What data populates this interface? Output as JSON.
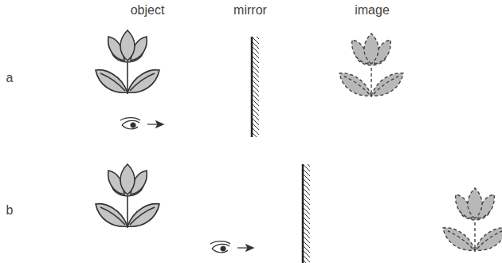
{
  "diagram": {
    "labels": [
      "object",
      "mirror",
      "image",
      "a",
      "b"
    ]
  }
}
